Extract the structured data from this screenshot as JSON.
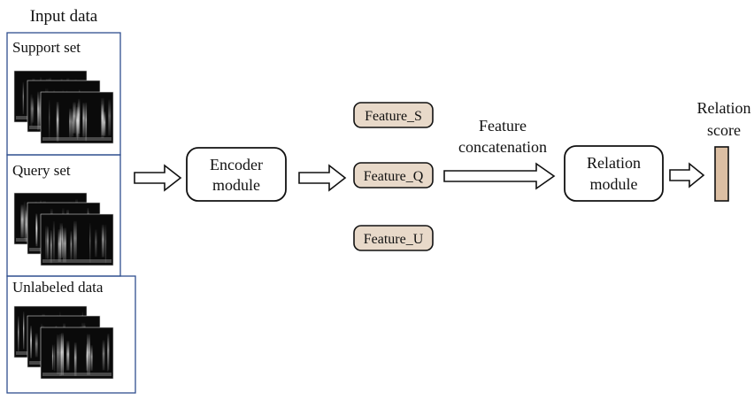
{
  "input": {
    "title": "Input data",
    "groups": [
      {
        "label": "Support set"
      },
      {
        "label": "Query set"
      },
      {
        "label": "Unlabeled data"
      }
    ]
  },
  "encoder": {
    "line1": "Encoder",
    "line2": "module"
  },
  "features": [
    {
      "label": "Feature_S"
    },
    {
      "label": "Feature_Q"
    },
    {
      "label": "Feature_U"
    }
  ],
  "concat": {
    "line1": "Feature",
    "line2": "concatenation"
  },
  "relation": {
    "line1": "Relation",
    "line2": "module"
  },
  "score": {
    "line1": "Relation",
    "line2": "score"
  },
  "colors": {
    "panel_border": "#2f4f8f",
    "feature_fill": "#e8d9c9",
    "score_fill": "#dcbfa3",
    "spectrogram_bg": "#0a0a0a"
  }
}
